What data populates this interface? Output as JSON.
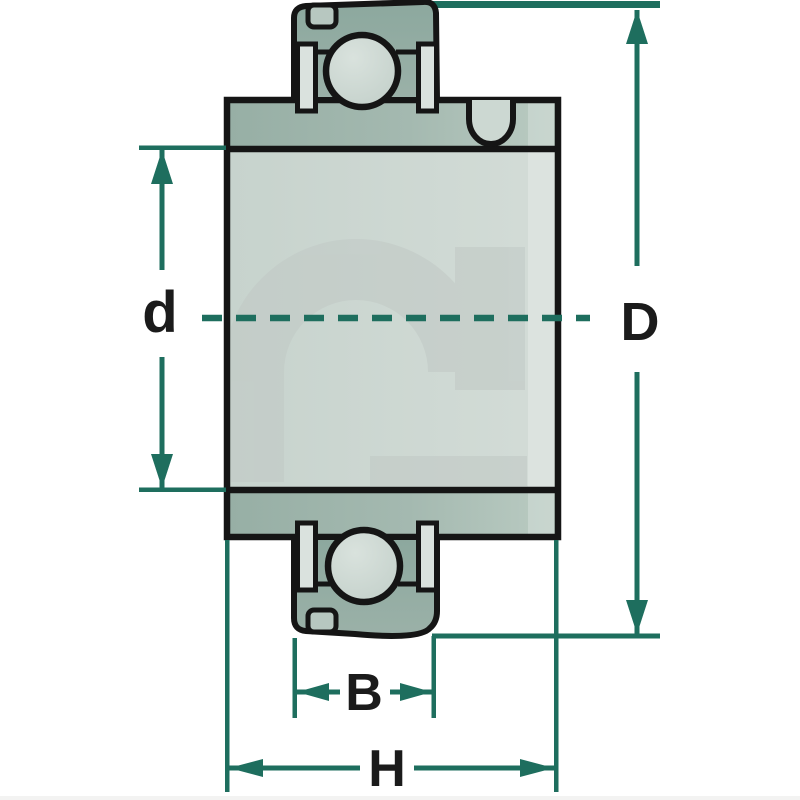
{
  "diagram": {
    "labels": {
      "bore_diameter": "d",
      "outer_diameter": "D",
      "ring_width": "B",
      "total_width": "H"
    }
  },
  "colors": {
    "dimension_teal": "#1E6E5E",
    "label_black": "#1B1B1B",
    "outline_black": "#151515",
    "housing_green": "#8EAAA0",
    "band_green": "#9AB1A8",
    "bore_light": "#CBD6D0",
    "ball_light": "#C9D5CF",
    "seal_light": "#DAE2DE",
    "notch_light": "#CCD8D2",
    "watermark_gray": "#C2CAC6",
    "background": "#FFFFFF"
  }
}
